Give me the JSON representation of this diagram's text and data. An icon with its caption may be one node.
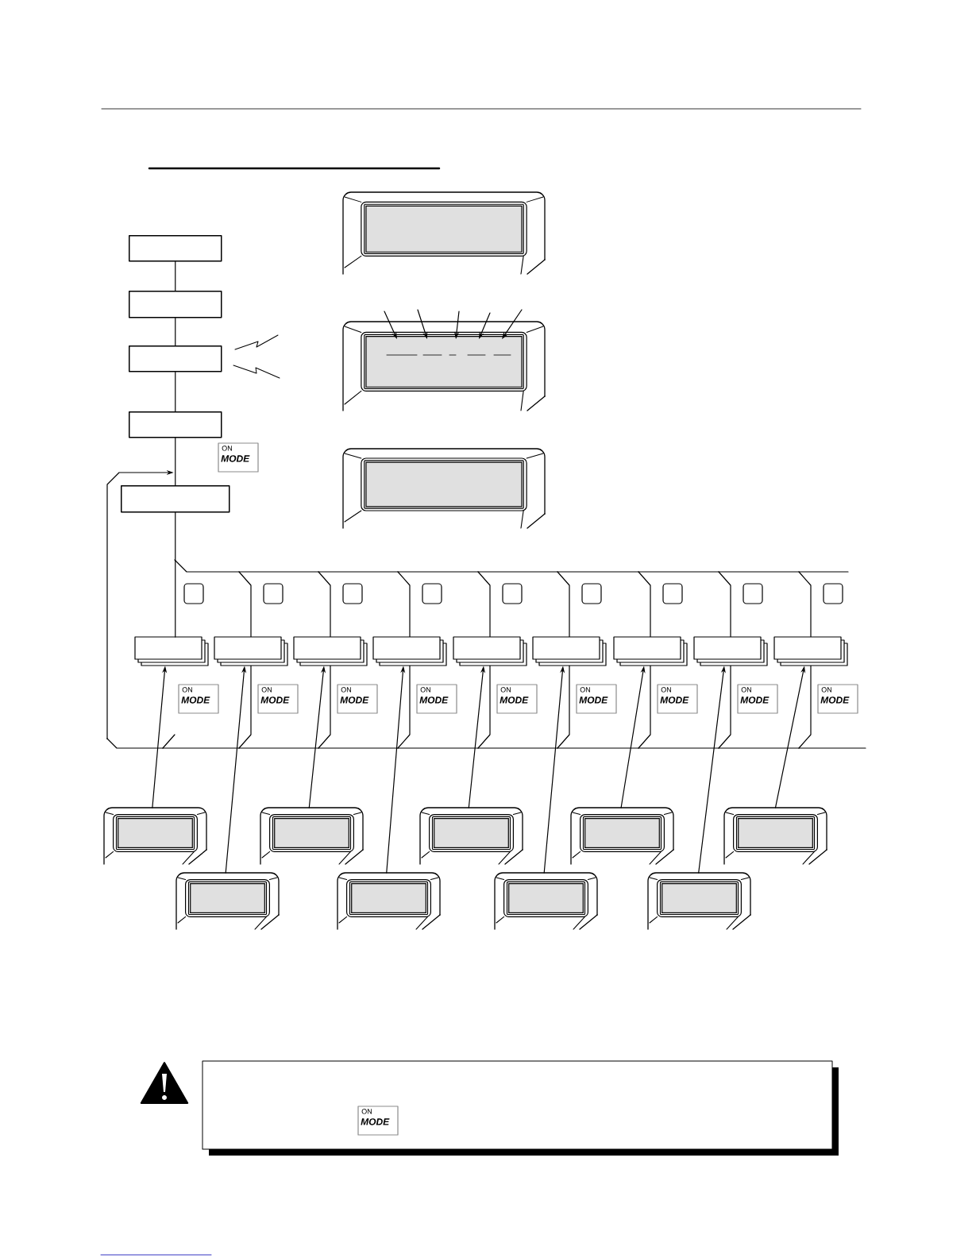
{
  "diagram": {
    "nodes": [
      {
        "text": [],
        "shape": "box"
      },
      {
        "text": [],
        "shape": "box"
      },
      {
        "text": [],
        "shape": "box"
      },
      {
        "text": [],
        "shape": "box"
      },
      {
        "text": [],
        "shape": "box"
      },
      {
        "text": [],
        "shape": "screen"
      },
      {
        "text": [],
        "shape": "screen"
      },
      {
        "text": [],
        "shape": "screen"
      },
      {
        "text": [],
        "shape": "band"
      },
      {
        "text": [],
        "shape": "stack",
        "in": 8
      },
      {
        "text": [],
        "shape": "stack",
        "in": 8
      },
      {
        "text": [],
        "shape": "stack",
        "in": 8
      },
      {
        "text": [],
        "shape": "stack",
        "in": 8
      },
      {
        "text": [],
        "shape": "stack",
        "in": 8
      },
      {
        "text": [],
        "shape": "stack",
        "in": 8
      },
      {
        "text": [],
        "shape": "stack",
        "in": 8
      },
      {
        "text": [],
        "shape": "stack",
        "in": 8
      },
      {
        "text": [],
        "shape": "stack",
        "in": 8
      },
      {
        "text": [],
        "shape": "screen"
      },
      {
        "text": [],
        "shape": "screen"
      },
      {
        "text": [],
        "shape": "screen"
      },
      {
        "text": [],
        "shape": "screen"
      },
      {
        "text": [],
        "shape": "screen"
      },
      {
        "text": [],
        "shape": "screen"
      },
      {
        "text": [],
        "shape": "screen"
      },
      {
        "text": [],
        "shape": "screen"
      },
      {
        "text": [],
        "shape": "screen"
      }
    ],
    "edges": [
      {
        "from": 0,
        "to": 1,
        "arrow": "none"
      },
      {
        "from": 1,
        "to": 2,
        "arrow": "none"
      },
      {
        "from": 2,
        "to": 3,
        "arrow": "none"
      },
      {
        "from": 3,
        "to": 4,
        "arrow": "none"
      },
      {
        "from": 4,
        "to": 9,
        "arrow": "none"
      },
      {
        "from": 8,
        "to": 4,
        "arrow": "to"
      },
      {
        "from": null,
        "to": 6,
        "arrow": "to"
      },
      {
        "from": null,
        "to": 6,
        "arrow": "to"
      },
      {
        "from": null,
        "to": 6,
        "arrow": "to"
      },
      {
        "from": null,
        "to": 6,
        "arrow": "to"
      },
      {
        "from": null,
        "to": 6,
        "arrow": "to"
      },
      {
        "from": 18,
        "to": 9,
        "arrow": "to"
      },
      {
        "from": 23,
        "to": 10,
        "arrow": "to"
      },
      {
        "from": 19,
        "to": 11,
        "arrow": "to"
      },
      {
        "from": 24,
        "to": 12,
        "arrow": "to"
      },
      {
        "from": 20,
        "to": 13,
        "arrow": "to"
      },
      {
        "from": 25,
        "to": 14,
        "arrow": "to"
      },
      {
        "from": 21,
        "to": 15,
        "arrow": "to"
      },
      {
        "from": 26,
        "to": 16,
        "arrow": "to"
      },
      {
        "from": 22,
        "to": 17,
        "arrow": "to"
      }
    ],
    "labels": [
      "ON",
      "MODE",
      "ON",
      "MODE",
      "ON",
      "MODE",
      "ON",
      "MODE",
      "ON",
      "MODE",
      "ON",
      "MODE",
      "ON",
      "MODE",
      "ON",
      "MODE",
      "ON",
      "MODE",
      "ON",
      "MODE",
      "ON",
      "MODE"
    ]
  }
}
